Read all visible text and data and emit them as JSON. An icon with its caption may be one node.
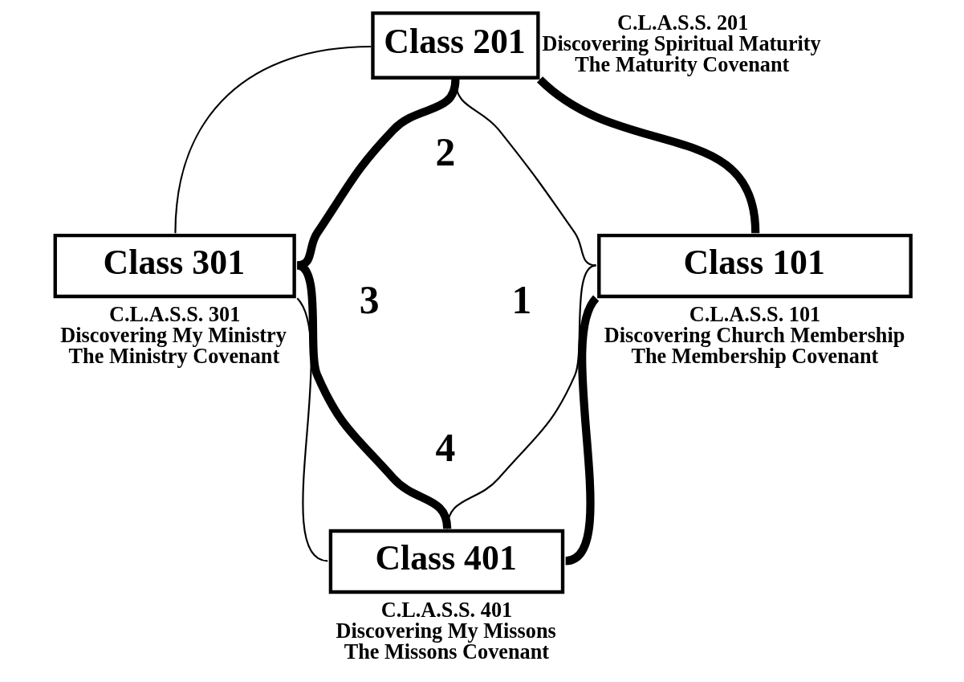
{
  "diagram": {
    "nodes": [
      {
        "text": [
          "Class 201"
        ],
        "beside": [
          "C.L.A.S.S. 201",
          "Discovering Spiritual Maturity",
          "The Maturity Covenant"
        ]
      },
      {
        "text": [
          "Class 301"
        ],
        "beside": [
          "C.L.A.S.S. 301",
          "Discovering My Ministry",
          "The Ministry Covenant"
        ]
      },
      {
        "text": [
          "Class 101"
        ],
        "beside": [
          "C.L.A.S.S. 101",
          "Discovering Church Membership",
          "The Membership Covenant"
        ]
      },
      {
        "text": [
          "Class 401"
        ],
        "beside": [
          "C.L.A.S.S. 401",
          "Discovering My Missons",
          "The Missons Covenant"
        ]
      }
    ],
    "edges": [
      {
        "from": 0,
        "to": 1,
        "arrow": "none"
      },
      {
        "from": 0,
        "to": 1,
        "arrow": "none",
        "style": "thick"
      },
      {
        "from": 0,
        "to": 2,
        "arrow": "none"
      },
      {
        "from": 0,
        "to": 2,
        "arrow": "none",
        "style": "thick"
      },
      {
        "from": 1,
        "to": 3,
        "arrow": "none",
        "style": "thick"
      },
      {
        "from": 1,
        "to": 3,
        "arrow": "none"
      },
      {
        "from": 2,
        "to": 3,
        "arrow": "none"
      },
      {
        "from": 2,
        "to": 3,
        "arrow": "none",
        "style": "thick"
      }
    ],
    "labels": [
      "2",
      "3",
      "1",
      "4"
    ]
  }
}
